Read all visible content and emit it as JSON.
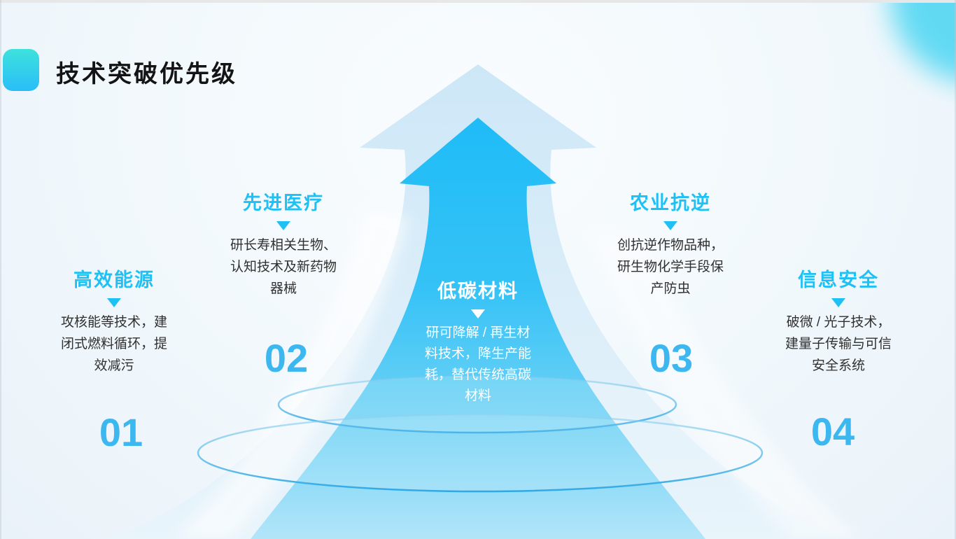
{
  "slide": {
    "title": "技术突破优先级",
    "accent_color": "#1FC1F5",
    "number_color": "#3DB7F0",
    "glow_color": "#3ED3F2",
    "arrow_color_top": "#1FBCF7",
    "arrow_color_bottom": "#B3E5F9",
    "outer_arrow_color": "#CFE8F7",
    "center_item": {
      "heading": "低碳材料",
      "lines": [
        "研可降解 / 再生材",
        "料技术，降生产能",
        "耗，替代传统高碳",
        "材料"
      ]
    },
    "items": [
      {
        "number": "01",
        "heading": "高效能源",
        "lines": [
          "攻核能等技术，建",
          "闭式燃料循环，提",
          "效减污"
        ]
      },
      {
        "number": "02",
        "heading": "先进医疗",
        "lines": [
          "研长寿相关生物、",
          "认知技术及新药物",
          "器械"
        ]
      },
      {
        "number": "03",
        "heading": "农业抗逆",
        "lines": [
          "创抗逆作物品种，",
          "研生物化学手段保",
          "产防虫"
        ]
      },
      {
        "number": "04",
        "heading": "信息安全",
        "lines": [
          "破微 / 光子技术，",
          "建量子传输与可信",
          "安全系统"
        ]
      }
    ]
  }
}
